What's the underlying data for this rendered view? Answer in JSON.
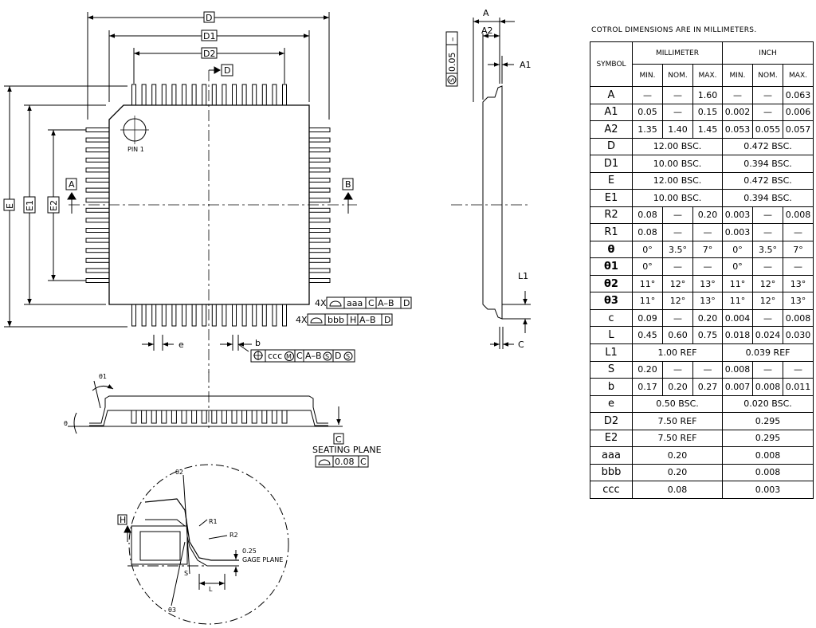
{
  "top_view": {
    "d_label": "D",
    "d1_label": "D1",
    "d2_label": "D2",
    "d_ref_label": "D",
    "e_label": "E",
    "e1_label": "E1",
    "e2_label": "E2",
    "datum_a": "A",
    "datum_b": "B",
    "pin1_label": "PIN 1",
    "pitch_label": "e",
    "lead_width_label": "b",
    "fcf_aaa": {
      "count": "4X",
      "tol": "aaa",
      "datums": [
        "C",
        "A–B",
        "D"
      ]
    },
    "fcf_bbb": {
      "count": "4X",
      "tol": "bbb",
      "datums": [
        "H",
        "A–B",
        "D"
      ]
    },
    "fcf_ccc": {
      "tol": "ccc",
      "mod": "M",
      "datums": [
        "C",
        "A–B",
        "S",
        "D",
        "S"
      ]
    }
  },
  "side_view": {
    "a_label": "A",
    "a2_label": "A2",
    "a1_label": "A1",
    "l1_label": "L1",
    "c_label": "C",
    "flatness": [
      "–",
      "0.05",
      "S"
    ]
  },
  "front_view": {
    "theta1_label": "θ1",
    "theta_label": "θ",
    "datum_c": "C",
    "seating_plane": "SEATING PLANE",
    "seating_fcf_value": "0.08",
    "seating_fcf_datum": "C"
  },
  "detail_view": {
    "theta2_label": "θ2",
    "theta3_label": "θ3",
    "r1_label": "R1",
    "r2_label": "R2",
    "gage_value": "0.25",
    "gage_plane": "GAGE PLANE",
    "s_label": "S",
    "l_label": "L",
    "datum_h": "H"
  },
  "table": {
    "note": "COTROL DIMENSIONS ARE IN MILLIMETERS.",
    "symbol_header": "SYMBOL",
    "mm_header": "MILLIMETER",
    "inch_header": "INCH",
    "sub_headers": [
      "MIN.",
      "NOM.",
      "MAX.",
      "MIN.",
      "NOM.",
      "MAX."
    ],
    "rows": [
      {
        "sym": "A",
        "cells": [
          "—",
          "—",
          "1.60",
          "—",
          "—",
          "0.063"
        ]
      },
      {
        "sym": "A1",
        "cells": [
          "0.05",
          "—",
          "0.15",
          "0.002",
          "—",
          "0.006"
        ]
      },
      {
        "sym": "A2",
        "cells": [
          "1.35",
          "1.40",
          "1.45",
          "0.053",
          "0.055",
          "0.057"
        ]
      },
      {
        "sym": "D",
        "mm": "12.00  BSC.",
        "inch": "0.472  BSC."
      },
      {
        "sym": "D1",
        "mm": "10.00  BSC.",
        "inch": "0.394  BSC."
      },
      {
        "sym": "E",
        "mm": "12.00  BSC.",
        "inch": "0.472  BSC."
      },
      {
        "sym": "E1",
        "mm": "10.00  BSC.",
        "inch": "0.394  BSC."
      },
      {
        "sym": "R2",
        "cells": [
          "0.08",
          "—",
          "0.20",
          "0.003",
          "—",
          "0.008"
        ]
      },
      {
        "sym": "R1",
        "cells": [
          "0.08",
          "—",
          "—",
          "0.003",
          "—",
          "—"
        ]
      },
      {
        "sym": "θ",
        "bold": true,
        "cells": [
          "0°",
          "3.5°",
          "7°",
          "0°",
          "3.5°",
          "7°"
        ]
      },
      {
        "sym": "θ1",
        "bold": true,
        "cells": [
          "0°",
          "—",
          "—",
          "0°",
          "—",
          "—"
        ]
      },
      {
        "sym": "θ2",
        "bold": true,
        "cells": [
          "11°",
          "12°",
          "13°",
          "11°",
          "12°",
          "13°"
        ]
      },
      {
        "sym": "θ3",
        "bold": true,
        "cells": [
          "11°",
          "12°",
          "13°",
          "11°",
          "12°",
          "13°"
        ]
      },
      {
        "sym": "c",
        "cells": [
          "0.09",
          "—",
          "0.20",
          "0.004",
          "—",
          "0.008"
        ]
      },
      {
        "sym": "L",
        "cells": [
          "0.45",
          "0.60",
          "0.75",
          "0.018",
          "0.024",
          "0.030"
        ]
      },
      {
        "sym": "L1",
        "mm": "1.00  REF",
        "inch": "0.039  REF"
      },
      {
        "sym": "S",
        "cells": [
          "0.20",
          "—",
          "—",
          "0.008",
          "—",
          "—"
        ]
      },
      {
        "sym": "b",
        "cells": [
          "0.17",
          "0.20",
          "0.27",
          "0.007",
          "0.008",
          "0.011"
        ]
      },
      {
        "sym": "e",
        "mm": "0.50  BSC.",
        "inch": "0.020  BSC."
      },
      {
        "sym": "D2",
        "mm": "7.50  REF",
        "inch": "0.295"
      },
      {
        "sym": "E2",
        "mm": "7.50  REF",
        "inch": "0.295"
      },
      {
        "sym": "aaa",
        "mm": "0.20",
        "inch": "0.008"
      },
      {
        "sym": "bbb",
        "mm": "0.20",
        "inch": "0.008"
      },
      {
        "sym": "ccc",
        "mm": "0.08",
        "inch": "0.003"
      }
    ]
  }
}
